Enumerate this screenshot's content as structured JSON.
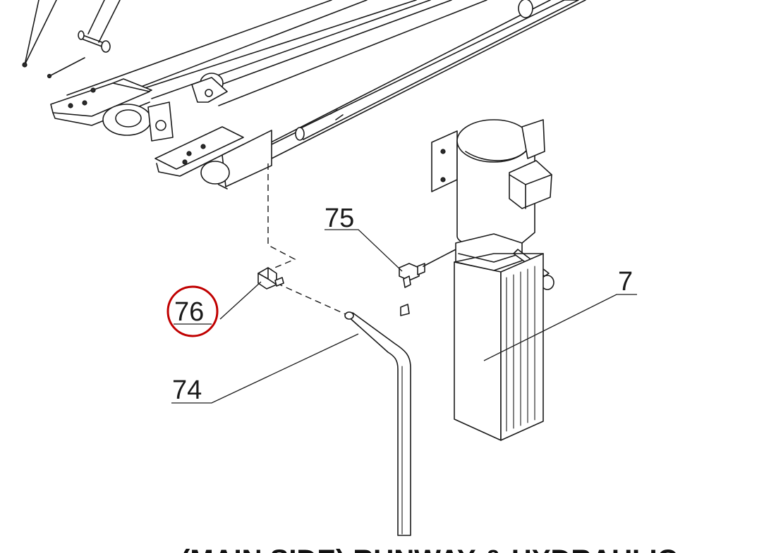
{
  "callouts": {
    "c75": "75",
    "c7": "7",
    "c76": "76",
    "c74": "74"
  },
  "highlighted_callout": "76",
  "highlight_color": "#c00000",
  "line_color": "#1a1a1a",
  "caption": "(MAIN SIDE) RUNWAY & HYDRAULIC"
}
